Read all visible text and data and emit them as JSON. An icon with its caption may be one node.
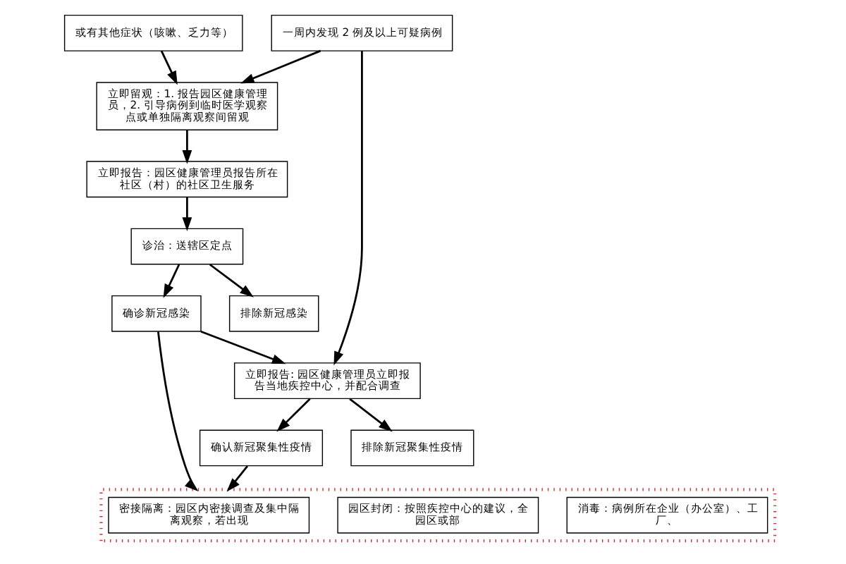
{
  "diagram": {
    "nodes": [
      {
        "text": [
          "或有其他症状（咳嗽、乏力等）"
        ]
      },
      {
        "text": [
          "一周内发现 2 例及以上可疑病例"
        ]
      },
      {
        "text": [
          "立即留观：1. 报告园区健康管理员，2. 引导病例到临时医学观察点或单独隔离观察间留观"
        ]
      },
      {
        "text": [
          "立即报告: 园区健康管理员立即报告当地疾控中心，并配合调查"
        ]
      },
      {
        "text": [
          "立即报告：园区健康管理员报告所在社区（村）的社区卫生服务"
        ]
      },
      {
        "text": [
          "诊治：送辖区定点"
        ]
      },
      {
        "text": [
          "排除新冠聚集性疫情"
        ]
      },
      {
        "text": [
          "排除新冠感染"
        ]
      },
      {
        "text": [
          "确诊新冠感染"
        ]
      },
      {
        "text": [
          "确认新冠聚集性疫情"
        ]
      },
      {
        "text": [],
        "shape": "box"
      },
      {
        "text": [
          "密接隔离：园区内密接调查及集中隔离观察，若出现"
        ],
        "in": 10
      },
      {
        "text": [
          "园区封闭：按照疾控中心的建议，全园区或部"
        ],
        "in": 10
      },
      {
        "text": [
          "消毒：病例所在企业（办公室）、工厂、"
        ],
        "in": 10
      }
    ],
    "edges": [
      {
        "from": 0,
        "to": 2,
        "arrow": "to"
      },
      {
        "from": 1,
        "to": 2,
        "arrow": "to"
      },
      {
        "from": 1,
        "to": 3,
        "arrow": "to"
      },
      {
        "from": 2,
        "to": 4,
        "arrow": "to"
      },
      {
        "from": 4,
        "to": 5,
        "arrow": "to"
      },
      {
        "from": 5,
        "to": 7,
        "arrow": "to"
      },
      {
        "from": 5,
        "to": 8,
        "arrow": "to"
      },
      {
        "from": 8,
        "to": 3,
        "arrow": "to"
      },
      {
        "from": 3,
        "to": 6,
        "arrow": "to"
      },
      {
        "from": 3,
        "to": 9,
        "arrow": "to"
      },
      {
        "from": 8,
        "to": 10,
        "arrow": "to"
      },
      {
        "from": 9,
        "to": 10,
        "arrow": "to"
      }
    ]
  }
}
